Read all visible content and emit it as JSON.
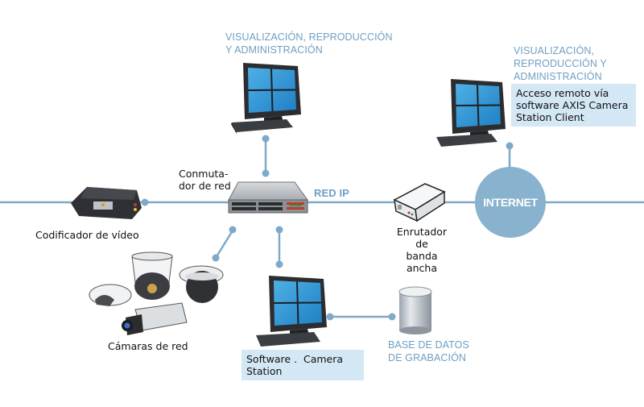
{
  "colors": {
    "line": "#7fa9c9",
    "heading": "#6f9fc2",
    "box_bg": "#d3e7f5",
    "internet": "#88b2cd"
  },
  "top_monitor": {
    "heading_line1": "VISUALIZACIÓN, REPRODUCCIÓN",
    "heading_line2": "Y ADMINISTRACIÓN"
  },
  "remote_monitor": {
    "heading_line1": "VISUALIZACIÓN,",
    "heading_line2": "REPRODUCCIÓN Y",
    "heading_line3": "ADMINISTRACIÓN",
    "box_line1": "Acceso remoto vía",
    "box_line2": "software AXIS Camera",
    "box_line3": "Station Client"
  },
  "switch": {
    "label_line1": "Conmuta-",
    "label_line2": "dor de red"
  },
  "network": {
    "label": "RED IP"
  },
  "router": {
    "label_line1": "Enrutador de",
    "label_line2": "banda ancha"
  },
  "internet": {
    "label": "INTERNET"
  },
  "encoder": {
    "label": "Codificador de vídeo"
  },
  "cameras": {
    "label": "Cámaras de red"
  },
  "station": {
    "box_line1": "Software .  Camera",
    "box_line2": "Station"
  },
  "database": {
    "label_line1": "BASE DE DATOS",
    "label_line2": "DE GRABACIÓN"
  }
}
